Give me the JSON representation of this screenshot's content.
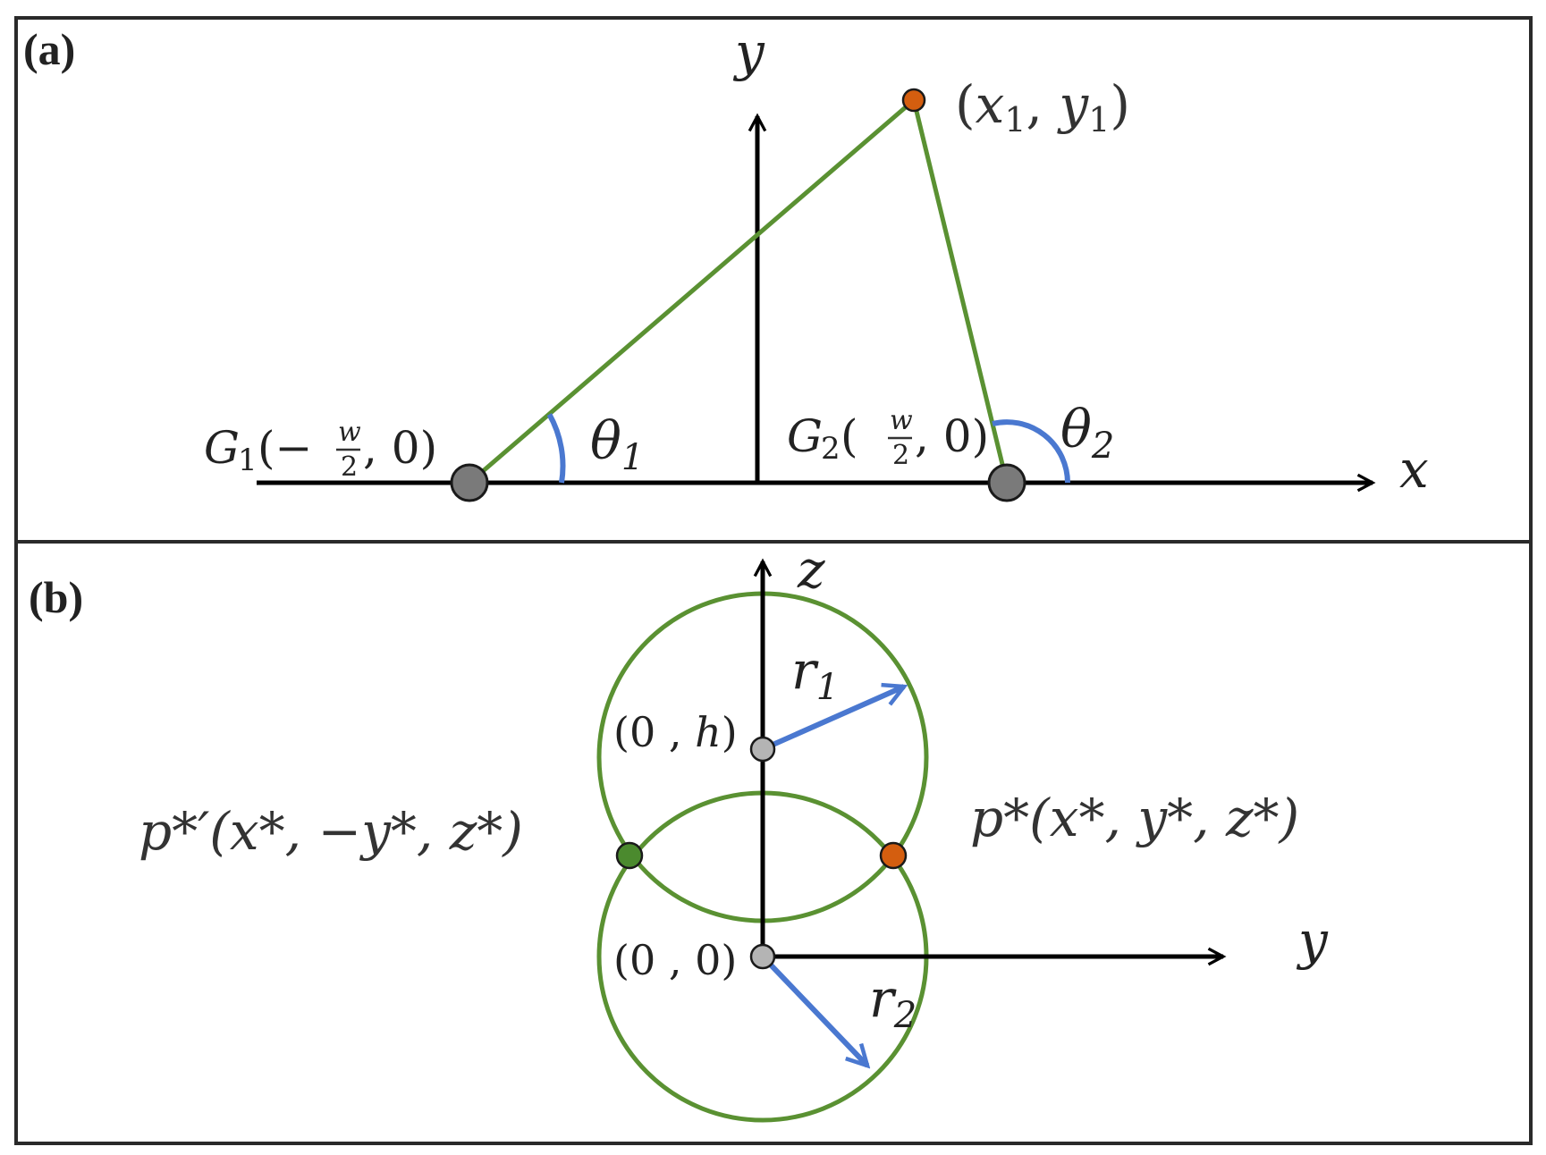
{
  "panels": {
    "a": {
      "label": "(a)",
      "axis_y_label": "y",
      "axis_x_label": "x",
      "point_label": "(x₁, y₁)",
      "g1_label": "G₁(−w/2, 0)",
      "g1_name": "G",
      "g1_sub": "1",
      "g1_open": "(−",
      "g1_frac_num": "w",
      "g1_frac_den": "2",
      "g1_close": ", 0)",
      "g2_name": "G",
      "g2_sub": "2",
      "g2_open": "(",
      "g2_frac_num": "w",
      "g2_frac_den": "2",
      "g2_close": ", 0)",
      "theta1_symbol": "θ",
      "theta1_sub": "1",
      "theta2_symbol": "θ",
      "theta2_sub": "2",
      "pt_open": "(",
      "pt_x": "x",
      "pt_xsub": "1",
      "pt_comma": ", ",
      "pt_y": "y",
      "pt_ysub": "1",
      "pt_close": ")"
    },
    "b": {
      "label": "(b)",
      "axis_z_label": "z",
      "axis_y_label": "y",
      "r1_symbol": "r",
      "r1_sub": "1",
      "r2_symbol": "r",
      "r2_sub": "2",
      "center_top_open": "(0 , ",
      "center_top_h": "h",
      "center_top_close": ")",
      "center_bottom": "(0 , 0)",
      "p_right_text": "p*(x*, y*, z*)",
      "p_left_text": "p*′(x*, −y*, z*)"
    }
  },
  "colors": {
    "green": "#5a9132",
    "blue": "#4a78d0",
    "orange": "#d45e0f",
    "dark_green": "#4b8a2e",
    "gray_dot": "#7a7a7a",
    "light_gray_dot": "#b4b4b4",
    "frame": "#2a2a2a"
  }
}
